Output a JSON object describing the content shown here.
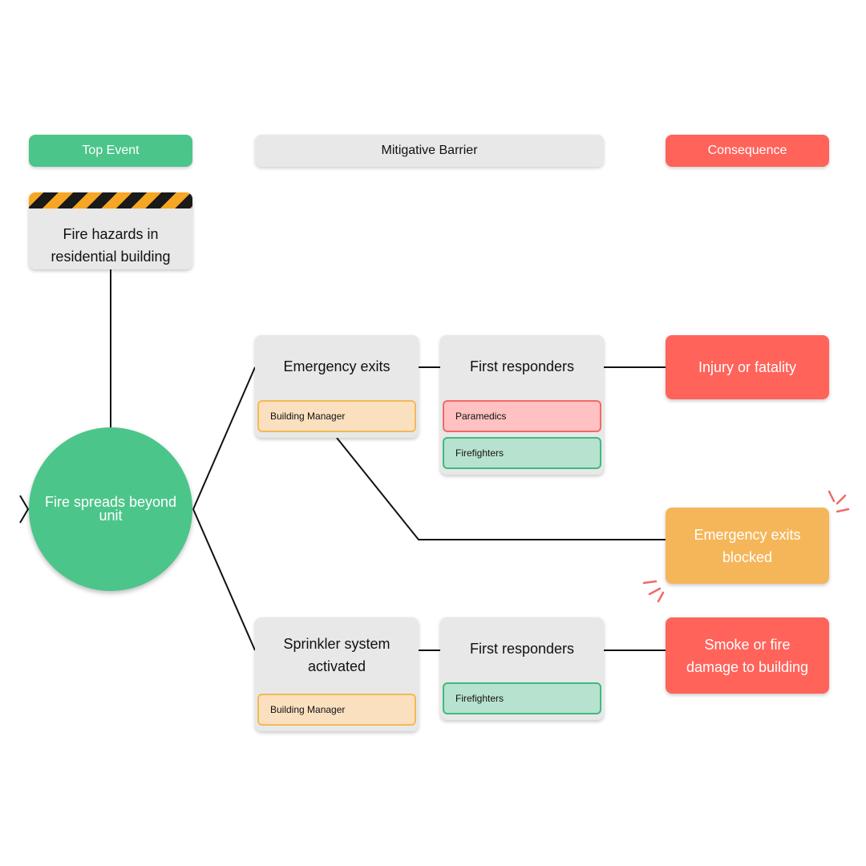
{
  "headers": {
    "top_event": "Top Event",
    "mitigative_barrier": "Mitigative Barrier",
    "consequence": "Consequence"
  },
  "hazard": {
    "label": "Fire hazards in residential building"
  },
  "top_event": {
    "label": "Fire spreads beyond unit"
  },
  "barriers": [
    {
      "title": "Emergency exits",
      "tags": [
        "Building Manager"
      ]
    },
    {
      "title": "First responders",
      "tags": [
        "Paramedics",
        "Firefighters"
      ]
    },
    {
      "title": "Sprinkler system activated",
      "tags": [
        "Building Manager"
      ]
    },
    {
      "title": "First responders",
      "tags": [
        "Firefighters"
      ]
    }
  ],
  "consequences": [
    {
      "label": "Injury or fatality"
    },
    {
      "label": "Emergency exits blocked",
      "highlighted": true
    },
    {
      "label": "Smoke or fire damage to building"
    }
  ],
  "colors": {
    "top_event": "#4cc58a",
    "consequence": "#ff635a",
    "highlight": "#f5b65a",
    "barrier_header": "#e8e8e8"
  }
}
